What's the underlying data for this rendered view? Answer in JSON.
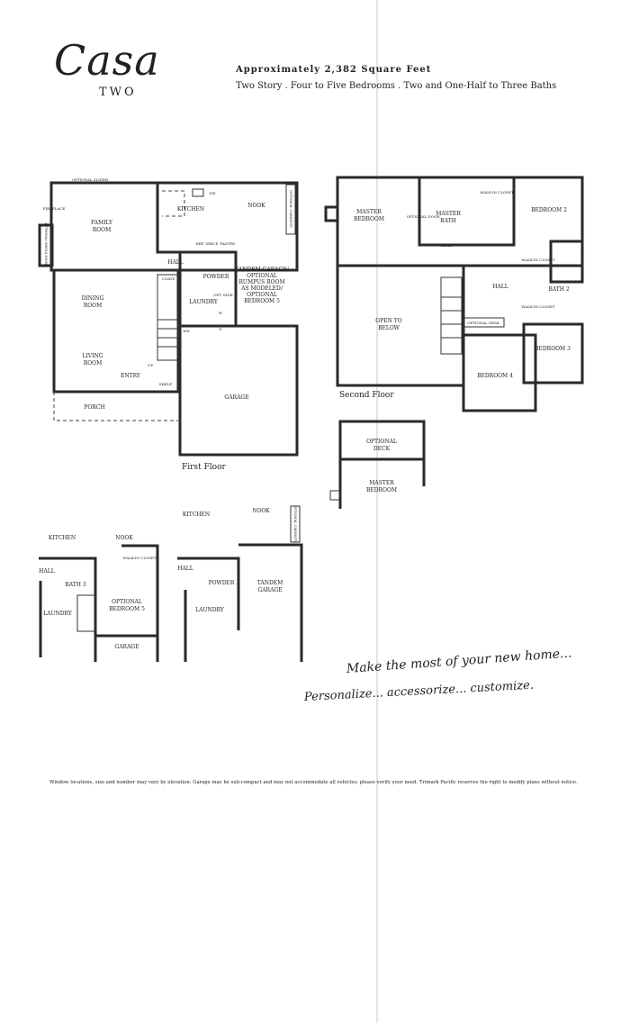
{
  "header": {
    "brand": "Casa",
    "model": "TWO",
    "sqft": "Approximately 2,382 Square Feet",
    "spec": "Two Story  .  Four to Five Bedrooms  .  Two and One-Half to Three Baths"
  },
  "first_floor": {
    "caption": "First Floor",
    "rooms": {
      "family": "FAMILY",
      "family2": "ROOM",
      "kitchen": "KITCHEN",
      "nook": "NOOK",
      "hall": "HALL",
      "powder": "POWDER",
      "laundry": "LAUNDRY",
      "dining": "DINING",
      "dining2": "ROOM",
      "living": "LIVING",
      "living2": "ROOM",
      "entry": "ENTRY",
      "porch": "PORCH",
      "garage": "GARAGE",
      "tandem1": "TANDEM GARAGE/",
      "tandem2": "OPTIONAL",
      "tandem3": "RUMPUS ROOM",
      "tandem4": "AS MODELED/",
      "tandem5": "OPTIONAL",
      "tandem6": "BEDROOM 5"
    },
    "notes": {
      "slider": "OPTIONAL SLIDER",
      "fireplace": "FIREPLACE",
      "media": "OPTIONAL MEDIA NICHE",
      "cabinets": "OPTIONAL CABINETS",
      "dw": "DW",
      "ref": "REF. SPACE",
      "pantry": "PANTRY",
      "coats": "COATS",
      "shelf": "SHELF",
      "up": "UP",
      "sink": "OPT. SINK",
      "wh": "WH",
      "w": "W",
      "d": "D"
    }
  },
  "second_floor": {
    "caption": "Second Floor",
    "rooms": {
      "master": "MASTER",
      "master2": "BEDROOM",
      "mbath": "MASTER",
      "mbath2": "BATH",
      "walkin": "WALK-IN CLOSET",
      "bed2": "BEDROOM 2",
      "bed3": "BEDROOM 3",
      "bed4": "BEDROOM 4",
      "bath2": "BATH 2",
      "hall": "HALL",
      "open": "OPEN TO",
      "open2": "BELOW",
      "linen": "LINEN",
      "optdoor": "OPTIONAL DOOR",
      "optdesk": "OPTIONAL DESK"
    }
  },
  "option_deck": {
    "deck": "OPTIONAL",
    "deck2": "DECK",
    "master": "MASTER",
    "master2": "BEDROOM"
  },
  "option_bed5": {
    "kitchen": "KITCHEN",
    "nook": "NOOK",
    "hall": "HALL",
    "bath3": "BATH 3",
    "laundry": "LAUNDRY",
    "bed5": "OPTIONAL",
    "bed5b": "BEDROOM 5",
    "garage": "GARAGE",
    "walkin": "WALK-IN CLOSET"
  },
  "option_tandem": {
    "kitchen": "KITCHEN",
    "nook": "NOOK",
    "hall": "HALL",
    "powder": "POWDER",
    "laundry": "LAUNDRY",
    "tandem": "TANDEM",
    "tandem2": "GARAGE",
    "cabinets": "OPTIONAL CABINETS"
  },
  "slogan": {
    "line1": "Make the most of your new home...",
    "line2": "Personalize... accessorize... customize."
  },
  "disclaimer": "Window locations, size and number may vary by elevation. Garage may be sub-compact and may not accommodate all vehicles; please verify your need. Trimark Pacific reserves the right to modify plans without notice."
}
